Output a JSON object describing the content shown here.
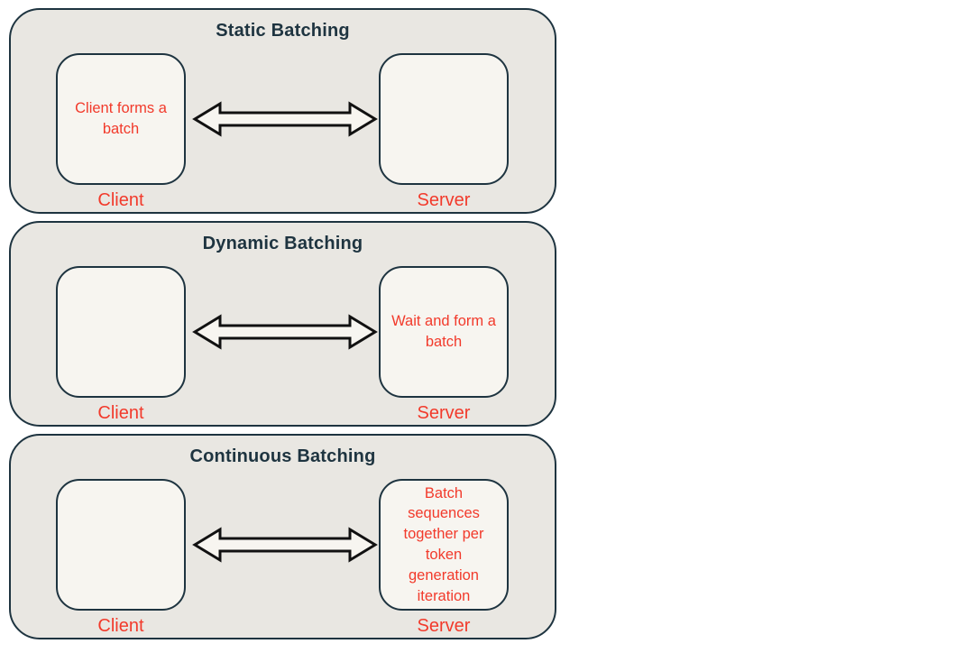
{
  "diagram": {
    "panels": [
      {
        "title": "Static Batching",
        "client_box_text": "Client forms a batch",
        "server_box_text": "",
        "client_label": "Client",
        "server_label": "Server"
      },
      {
        "title": "Dynamic Batching",
        "client_box_text": "",
        "server_box_text": "Wait and form a batch",
        "client_label": "Client",
        "server_label": "Server"
      },
      {
        "title": "Continuous Batching",
        "client_box_text": "",
        "server_box_text": "Batch sequences together per token generation iteration",
        "client_label": "Client",
        "server_label": "Server"
      }
    ],
    "colors": {
      "panel_background": "#e9e7e2",
      "panel_border": "#1e3440",
      "box_background": "#f7f5f0",
      "title_text": "#1e3440",
      "accent_red": "#f23a2b",
      "arrow_outline": "#111111",
      "arrow_fill": "#f7f5f0"
    }
  }
}
